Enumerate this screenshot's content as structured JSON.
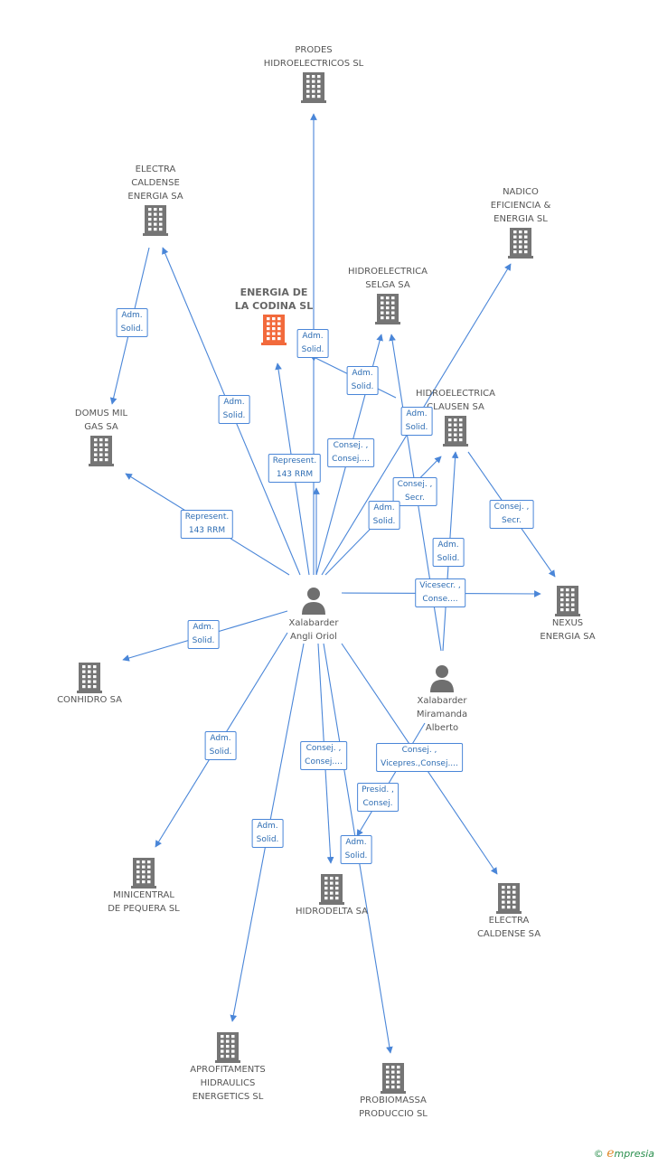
{
  "colors": {
    "edge": "#4a86d8",
    "building": "#757575",
    "focus_building": "#f26a3c",
    "person": "#6f6f6f"
  },
  "nodes": [
    {
      "id": "prodes",
      "label": "PRODES\nHIDROELECTRICOS SL",
      "type": "company"
    },
    {
      "id": "electra_caldense_energia",
      "label": "ELECTRA\nCALDENSE\nENERGIA SA",
      "type": "company"
    },
    {
      "id": "nadico",
      "label": "NADICO\nEFICIENCIA &\nENERGIA SL",
      "type": "company"
    },
    {
      "id": "selga",
      "label": "HIDROELECTRICA\nSELGA SA",
      "type": "company"
    },
    {
      "id": "codina",
      "label": "ENERGIA DE\nLA CODINA SL",
      "type": "focus"
    },
    {
      "id": "clausen",
      "label": "HIDROELECTRICA\nCLAUSEN SA",
      "type": "company"
    },
    {
      "id": "domus",
      "label": "DOMUS MIL\nGAS SA",
      "type": "company"
    },
    {
      "id": "nexus",
      "label": "NEXUS\nENERGIA SA",
      "type": "company"
    },
    {
      "id": "xal_oriol",
      "label": "Xalabarder\nAngli Oriol",
      "type": "person"
    },
    {
      "id": "conhidro",
      "label": "CONHIDRO SA",
      "type": "company"
    },
    {
      "id": "xal_alberto",
      "label": "Xalabarder\nMiramanda\nAlberto",
      "type": "person"
    },
    {
      "id": "minicentral",
      "label": "MINICENTRAL\nDE PEQUERA SL",
      "type": "company"
    },
    {
      "id": "hidrodelta",
      "label": "HIDRODELTA SA",
      "type": "company"
    },
    {
      "id": "electra_caldense",
      "label": "ELECTRA\nCALDENSE SA",
      "type": "company"
    },
    {
      "id": "aprofitaments",
      "label": "APROFITAMENTS\nHIDRAULICS\nENERGETICS SL",
      "type": "company"
    },
    {
      "id": "probiomassa",
      "label": "PROBIOMASSA\nPRODUCCIO SL",
      "type": "company"
    }
  ],
  "edge_labels": [
    "Adm.\nSolid.",
    "Adm.\nSolid.",
    "Adm.\nSolid.",
    "Adm.\nSolid.",
    "Represent.\n143 RRM",
    "Consej. ,\nConsej....",
    "Adm.\nSolid.",
    "Represent.\n143 RRM",
    "Consej. ,\nSecr.",
    "Adm.\nSolid.",
    "Consej. ,\nSecr.",
    "Adm.\nSolid.",
    "Vicesecr. ,\nConse....",
    "Adm.\nSolid.",
    "Adm.\nSolid.",
    "Consej. ,\nConsej....",
    "Consej. ,\nVicepres.,Consej....",
    "Presid. ,\nConsej.",
    "Adm.\nSolid.",
    "Adm.\nSolid."
  ],
  "footer": {
    "copyright": "©",
    "brand_initial": "e",
    "brand_rest": "mpresia"
  }
}
